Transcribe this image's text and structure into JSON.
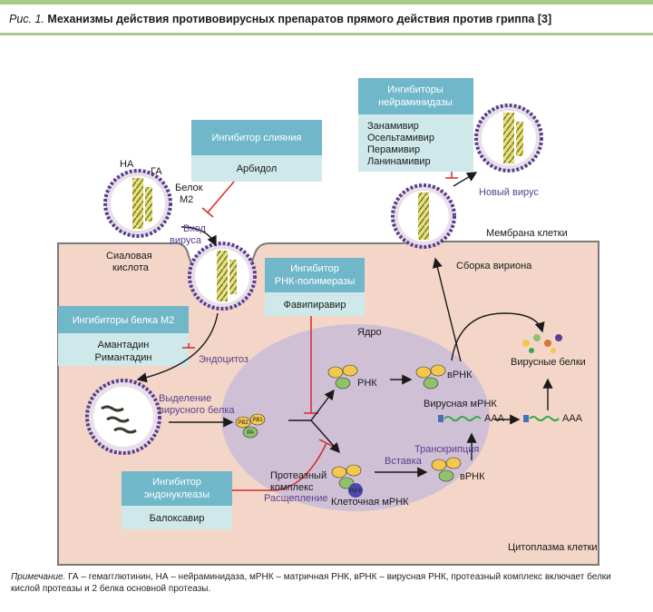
{
  "figure": {
    "label": "Рис. 1.",
    "title": "Механизмы действия противовирусных препаратов прямого действия против гриппа [3]"
  },
  "boxes": {
    "fusion": {
      "header": "Ингибитор слияния",
      "drugs": [
        "Арбидол"
      ]
    },
    "m2": {
      "header": "Ингибиторы белка М2",
      "drugs": [
        "Амантадин",
        "Римантадин"
      ]
    },
    "rna_pol": {
      "header": [
        "Ингибитор",
        "РНК-полимеразы"
      ],
      "drugs": [
        "Фавипиравир"
      ]
    },
    "endonuclease": {
      "header": [
        "Ингибитор",
        "эндонуклеазы"
      ],
      "drugs": [
        "Балоксавир"
      ]
    },
    "neuraminidase": {
      "header": [
        "Ингибиторы",
        "нейраминидазы"
      ],
      "drugs": [
        "Занамивир",
        "Осельтамивир",
        "Перамивир",
        "Ланинамивир"
      ]
    }
  },
  "labels": {
    "na": "НА",
    "ha": "ГА",
    "m2_protein": [
      "Белок",
      "М2"
    ],
    "virus_entry": [
      "Вход",
      "вируса"
    ],
    "sialic_acid": [
      "Сиаловая",
      "кислота"
    ],
    "endocytosis": "Эндоцитоз",
    "viral_protein_release": [
      "Выделение",
      "вирусного белка"
    ],
    "nucleus": "Ядро",
    "rna": "РНК",
    "vrna_top": "вРНК",
    "vrna_bottom": "вРНК",
    "viral_mrna": "Вирусная мРНК",
    "transcription": "Транскрипция",
    "insertion": "Вставка",
    "protease_complex": [
      "Протеазный",
      "комплекс"
    ],
    "cleavage": "Расщепление",
    "cellular_mrna": "Клеточная мРНК",
    "virion_assembly": "Сборка вириона",
    "cell_membrane": "Мембрана клетки",
    "new_virus": "Новый вирус",
    "viral_proteins": "Вирусные белки",
    "cell_cytoplasm": "Цитоплазма клетки",
    "aaa1": "AAA",
    "aaa2": "AAA",
    "pb2": "PB2",
    "pb1": "PB1",
    "pa": "PA",
    "pol2": "Pol II"
  },
  "note": {
    "label": "Примечание.",
    "text": " ГА – гемагглютинин, НА – нейраминидаза, мРНК – матричная РНК, вРНК – вирусная РНК, протеазный комплекс включает белки кислой протеазы и 2 белка основной протеазы."
  },
  "colors": {
    "cytoplasm": "#f3d6c8",
    "nucleus": "#cfc0d6",
    "box_header": "#6fb7c9",
    "box_body": "#cfe8ea",
    "virus_purple": "#5a3e8e",
    "inhibit_red": "#d22a2a"
  }
}
